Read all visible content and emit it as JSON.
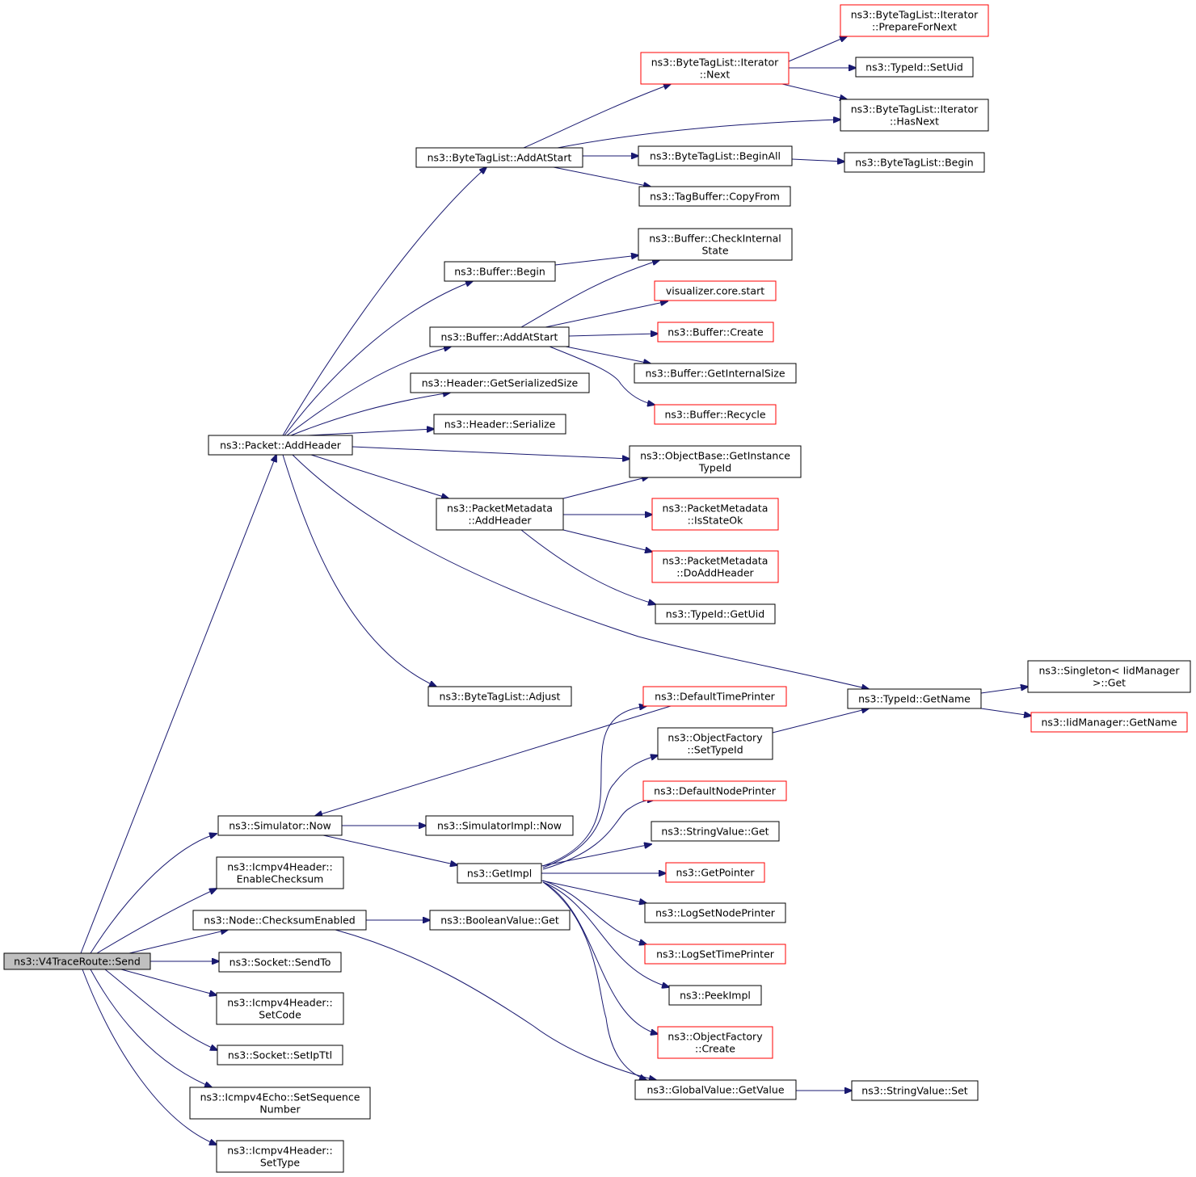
{
  "colors": {
    "edge": "#191970",
    "border_normal": "#000000",
    "border_truncated": "#ff0000",
    "fill_root": "#bfbfbf",
    "fill_normal": "#ffffff"
  },
  "nodes": [
    {
      "id": "root",
      "lines": [
        "ns3::V4TraceRoute::Send"
      ],
      "style": "root"
    },
    {
      "id": "packet_addheader",
      "lines": [
        "ns3::Packet::AddHeader"
      ],
      "style": "normal"
    },
    {
      "id": "bytetaglist_addatstart",
      "lines": [
        "ns3::ByteTagList::AddAtStart"
      ],
      "style": "normal"
    },
    {
      "id": "iterator_preparefornext",
      "lines": [
        "ns3::ByteTagList::Iterator",
        "::PrepareForNext"
      ],
      "style": "truncated"
    },
    {
      "id": "iterator_next",
      "lines": [
        "ns3::ByteTagList::Iterator",
        "::Next"
      ],
      "style": "truncated"
    },
    {
      "id": "typeid_setuid",
      "lines": [
        "ns3::TypeId::SetUid"
      ],
      "style": "normal"
    },
    {
      "id": "iterator_hasnext",
      "lines": [
        "ns3::ByteTagList::Iterator",
        "::HasNext"
      ],
      "style": "normal"
    },
    {
      "id": "bytetaglist_beginall",
      "lines": [
        "ns3::ByteTagList::BeginAll"
      ],
      "style": "normal"
    },
    {
      "id": "bytetaglist_begin",
      "lines": [
        "ns3::ByteTagList::Begin"
      ],
      "style": "normal"
    },
    {
      "id": "tagbuffer_copyfrom",
      "lines": [
        "ns3::TagBuffer::CopyFrom"
      ],
      "style": "normal"
    },
    {
      "id": "buffer_checkinternalstate",
      "lines": [
        "ns3::Buffer::CheckInternal",
        "State"
      ],
      "style": "normal"
    },
    {
      "id": "buffer_begin",
      "lines": [
        "ns3::Buffer::Begin"
      ],
      "style": "normal"
    },
    {
      "id": "visualizer_core_start",
      "lines": [
        "visualizer.core.start"
      ],
      "style": "truncated"
    },
    {
      "id": "buffer_addatstart",
      "lines": [
        "ns3::Buffer::AddAtStart"
      ],
      "style": "normal"
    },
    {
      "id": "buffer_create",
      "lines": [
        "ns3::Buffer::Create"
      ],
      "style": "truncated"
    },
    {
      "id": "buffer_getinternalsize",
      "lines": [
        "ns3::Buffer::GetInternalSize"
      ],
      "style": "normal"
    },
    {
      "id": "header_getserializedsize",
      "lines": [
        "ns3::Header::GetSerializedSize"
      ],
      "style": "normal"
    },
    {
      "id": "buffer_recycle",
      "lines": [
        "ns3::Buffer::Recycle"
      ],
      "style": "truncated"
    },
    {
      "id": "header_serialize",
      "lines": [
        "ns3::Header::Serialize"
      ],
      "style": "normal"
    },
    {
      "id": "objectbase_getinstancetypeid",
      "lines": [
        "ns3::ObjectBase::GetInstance",
        "TypeId"
      ],
      "style": "normal"
    },
    {
      "id": "packetmetadata_addheader",
      "lines": [
        "ns3::PacketMetadata",
        "::AddHeader"
      ],
      "style": "normal"
    },
    {
      "id": "packetmetadata_isstateok",
      "lines": [
        "ns3::PacketMetadata",
        "::IsStateOk"
      ],
      "style": "truncated"
    },
    {
      "id": "packetmetadata_doaddheader",
      "lines": [
        "ns3::PacketMetadata",
        "::DoAddHeader"
      ],
      "style": "truncated"
    },
    {
      "id": "typeid_getuid",
      "lines": [
        "ns3::TypeId::GetUid"
      ],
      "style": "normal"
    },
    {
      "id": "singleton_get",
      "lines": [
        "ns3::Singleton< IidManager",
        ">::Get"
      ],
      "style": "normal"
    },
    {
      "id": "bytetaglist_adjust",
      "lines": [
        "ns3::ByteTagList::Adjust"
      ],
      "style": "normal"
    },
    {
      "id": "defaulttimeprinter",
      "lines": [
        "ns3::DefaultTimePrinter"
      ],
      "style": "truncated"
    },
    {
      "id": "typeid_getname",
      "lines": [
        "ns3::TypeId::GetName"
      ],
      "style": "normal"
    },
    {
      "id": "iidmanager_getname",
      "lines": [
        "ns3::IidManager::GetName"
      ],
      "style": "truncated"
    },
    {
      "id": "objectfactory_settypeid",
      "lines": [
        "ns3::ObjectFactory",
        "::SetTypeId"
      ],
      "style": "normal"
    },
    {
      "id": "defaultnodeprinter",
      "lines": [
        "ns3::DefaultNodePrinter"
      ],
      "style": "truncated"
    },
    {
      "id": "simulator_now",
      "lines": [
        "ns3::Simulator::Now"
      ],
      "style": "normal"
    },
    {
      "id": "simulatorimpl_now",
      "lines": [
        "ns3::SimulatorImpl::Now"
      ],
      "style": "normal"
    },
    {
      "id": "stringvalue_get",
      "lines": [
        "ns3::StringValue::Get"
      ],
      "style": "normal"
    },
    {
      "id": "icmpv4header_enablechecksum",
      "lines": [
        "ns3::Icmpv4Header::",
        "EnableChecksum"
      ],
      "style": "normal"
    },
    {
      "id": "getimpl",
      "lines": [
        "ns3::GetImpl"
      ],
      "style": "normal"
    },
    {
      "id": "getpointer",
      "lines": [
        "ns3::GetPointer"
      ],
      "style": "truncated"
    },
    {
      "id": "logsetnodeprinter",
      "lines": [
        "ns3::LogSetNodePrinter"
      ],
      "style": "normal"
    },
    {
      "id": "node_checksumenabled",
      "lines": [
        "ns3::Node::ChecksumEnabled"
      ],
      "style": "normal"
    },
    {
      "id": "booleanvalue_get",
      "lines": [
        "ns3::BooleanValue::Get"
      ],
      "style": "normal"
    },
    {
      "id": "logsettimeprinter",
      "lines": [
        "ns3::LogSetTimePrinter"
      ],
      "style": "truncated"
    },
    {
      "id": "socket_sendto",
      "lines": [
        "ns3::Socket::SendTo"
      ],
      "style": "normal"
    },
    {
      "id": "peekimpl",
      "lines": [
        "ns3::PeekImpl"
      ],
      "style": "normal"
    },
    {
      "id": "icmpv4header_setcode",
      "lines": [
        "ns3::Icmpv4Header::",
        "SetCode"
      ],
      "style": "normal"
    },
    {
      "id": "objectfactory_create",
      "lines": [
        "ns3::ObjectFactory",
        "::Create"
      ],
      "style": "truncated"
    },
    {
      "id": "socket_setipttl",
      "lines": [
        "ns3::Socket::SetIpTtl"
      ],
      "style": "normal"
    },
    {
      "id": "globalvalue_getvalue",
      "lines": [
        "ns3::GlobalValue::GetValue"
      ],
      "style": "normal"
    },
    {
      "id": "stringvalue_set",
      "lines": [
        "ns3::StringValue::Set"
      ],
      "style": "normal"
    },
    {
      "id": "icmpv4echo_setsequencenumber",
      "lines": [
        "ns3::Icmpv4Echo::SetSequence",
        "Number"
      ],
      "style": "normal"
    },
    {
      "id": "icmpv4header_settype",
      "lines": [
        "ns3::Icmpv4Header::",
        "SetType"
      ],
      "style": "normal"
    }
  ],
  "edges": [
    {
      "from": "root",
      "to": "packet_addheader"
    },
    {
      "from": "root",
      "to": "simulator_now"
    },
    {
      "from": "root",
      "to": "icmpv4header_enablechecksum"
    },
    {
      "from": "root",
      "to": "node_checksumenabled"
    },
    {
      "from": "root",
      "to": "socket_sendto"
    },
    {
      "from": "root",
      "to": "icmpv4header_setcode"
    },
    {
      "from": "root",
      "to": "socket_setipttl"
    },
    {
      "from": "root",
      "to": "icmpv4echo_setsequencenumber"
    },
    {
      "from": "root",
      "to": "icmpv4header_settype"
    },
    {
      "from": "packet_addheader",
      "to": "bytetaglist_addatstart"
    },
    {
      "from": "packet_addheader",
      "to": "buffer_begin"
    },
    {
      "from": "packet_addheader",
      "to": "buffer_addatstart"
    },
    {
      "from": "packet_addheader",
      "to": "header_getserializedsize"
    },
    {
      "from": "packet_addheader",
      "to": "header_serialize"
    },
    {
      "from": "packet_addheader",
      "to": "objectbase_getinstancetypeid"
    },
    {
      "from": "packet_addheader",
      "to": "packetmetadata_addheader"
    },
    {
      "from": "packet_addheader",
      "to": "typeid_getname"
    },
    {
      "from": "packet_addheader",
      "to": "bytetaglist_adjust"
    },
    {
      "from": "bytetaglist_addatstart",
      "to": "iterator_next"
    },
    {
      "from": "bytetaglist_addatstart",
      "to": "iterator_hasnext"
    },
    {
      "from": "bytetaglist_addatstart",
      "to": "bytetaglist_beginall"
    },
    {
      "from": "bytetaglist_addatstart",
      "to": "tagbuffer_copyfrom"
    },
    {
      "from": "iterator_next",
      "to": "iterator_preparefornext"
    },
    {
      "from": "iterator_next",
      "to": "typeid_setuid"
    },
    {
      "from": "iterator_next",
      "to": "iterator_hasnext"
    },
    {
      "from": "bytetaglist_beginall",
      "to": "bytetaglist_begin"
    },
    {
      "from": "buffer_begin",
      "to": "buffer_checkinternalstate"
    },
    {
      "from": "buffer_addatstart",
      "to": "buffer_checkinternalstate"
    },
    {
      "from": "buffer_addatstart",
      "to": "visualizer_core_start"
    },
    {
      "from": "buffer_addatstart",
      "to": "buffer_create"
    },
    {
      "from": "buffer_addatstart",
      "to": "buffer_getinternalsize"
    },
    {
      "from": "buffer_addatstart",
      "to": "buffer_recycle"
    },
    {
      "from": "packetmetadata_addheader",
      "to": "objectbase_getinstancetypeid"
    },
    {
      "from": "packetmetadata_addheader",
      "to": "packetmetadata_isstateok"
    },
    {
      "from": "packetmetadata_addheader",
      "to": "packetmetadata_doaddheader"
    },
    {
      "from": "packetmetadata_addheader",
      "to": "typeid_getuid"
    },
    {
      "from": "typeid_getname",
      "to": "singleton_get"
    },
    {
      "from": "typeid_getname",
      "to": "iidmanager_getname"
    },
    {
      "from": "objectfactory_settypeid",
      "to": "typeid_getname"
    },
    {
      "from": "defaulttimeprinter",
      "to": "simulator_now"
    },
    {
      "from": "simulator_now",
      "to": "simulatorimpl_now"
    },
    {
      "from": "simulator_now",
      "to": "getimpl"
    },
    {
      "from": "getimpl",
      "to": "defaulttimeprinter"
    },
    {
      "from": "getimpl",
      "to": "objectfactory_settypeid"
    },
    {
      "from": "getimpl",
      "to": "defaultnodeprinter"
    },
    {
      "from": "getimpl",
      "to": "stringvalue_get"
    },
    {
      "from": "getimpl",
      "to": "getpointer"
    },
    {
      "from": "getimpl",
      "to": "logsetnodeprinter"
    },
    {
      "from": "getimpl",
      "to": "logsettimeprinter"
    },
    {
      "from": "getimpl",
      "to": "peekimpl"
    },
    {
      "from": "getimpl",
      "to": "objectfactory_create"
    },
    {
      "from": "getimpl",
      "to": "globalvalue_getvalue"
    },
    {
      "from": "node_checksumenabled",
      "to": "booleanvalue_get"
    },
    {
      "from": "node_checksumenabled",
      "to": "globalvalue_getvalue"
    },
    {
      "from": "globalvalue_getvalue",
      "to": "stringvalue_set"
    }
  ]
}
